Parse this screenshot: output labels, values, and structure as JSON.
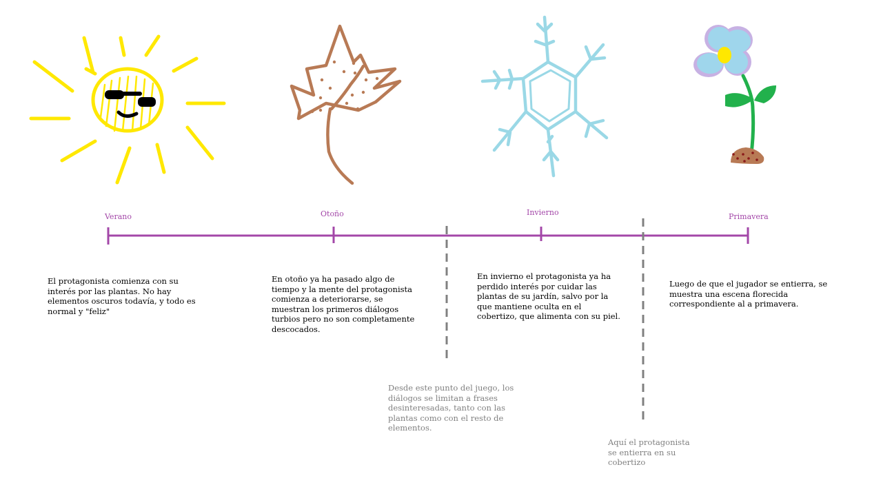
{
  "colors": {
    "timeline": "#a347a8",
    "label": "#a347a8",
    "marker": "#808080",
    "sun": "#ffe800",
    "leaf": "#b87a55",
    "snowflake": "#9ad8e6",
    "flower_petal": "#9fd6ec",
    "stem": "#22b14c",
    "soil": "#b87a55"
  },
  "seasons": [
    {
      "id": "verano",
      "label": "Verano",
      "icon": "sun-icon",
      "description": "El protagonista comienza con su\ninterés por las plantas. No hay\nelementos oscuros todavía, y todo es\nnormal y \"feliz\""
    },
    {
      "id": "otono",
      "label": "Otoño",
      "icon": "leaf-icon",
      "description": "En otoño ya ha pasado algo de\ntiempo y la mente del protagonista\ncomienza a deteriorarse, se\nmuestran los primeros diálogos\nturbios pero no son completamente\ndescocados."
    },
    {
      "id": "invierno",
      "label": "Invierno",
      "icon": "snowflake-icon",
      "description": "En invierno el protagonista ya ha\nperdido interés por cuidar las\nplantas de su jardín, salvo por la\nque mantiene oculta en el\ncobertizo, que alimenta con su piel."
    },
    {
      "id": "primavera",
      "label": "Primavera",
      "icon": "flower-icon",
      "description": "Luego de que el jugador se entierra, se\nmuestra una escena florecida\ncorrespondiente al a primavera."
    }
  ],
  "markers": [
    {
      "id": "dialogos",
      "note": "Desde este punto del juego, los\ndiálogos se limitan a frases\ndesinteresadas, tanto con las\nplantas como con el resto de\nelementos."
    },
    {
      "id": "entierro",
      "note": "Aquí el protagonista\nse entierra en su\ncobertizo"
    }
  ]
}
